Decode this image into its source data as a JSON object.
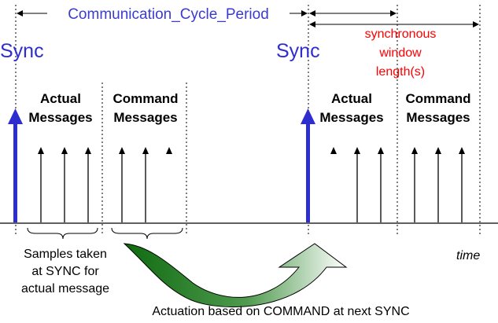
{
  "period_label": "Communication_Cycle_Period",
  "sync_label_1": "Sync",
  "sync_label_2": "Sync",
  "window_label": [
    "synchronous",
    "window",
    "length(s)"
  ],
  "actual_label_1": [
    "Actual",
    "Messages"
  ],
  "command_label_1": [
    "Command",
    "Messages"
  ],
  "actual_label_2": [
    "Actual",
    "Messages"
  ],
  "command_label_2": [
    "Command",
    "Messages"
  ],
  "samples_label": [
    "Samples taken",
    "at SYNC for",
    "actual message"
  ],
  "time_label": "time",
  "actuation_label": "Actuation based on COMMAND at next SYNC",
  "colors": {
    "sync": "#2e2ecf",
    "period_text": "#3b3bd1",
    "window_text": "#ff0000",
    "arrow_green": "#0f6b0f",
    "arrow_green_light": "#ffffff"
  }
}
